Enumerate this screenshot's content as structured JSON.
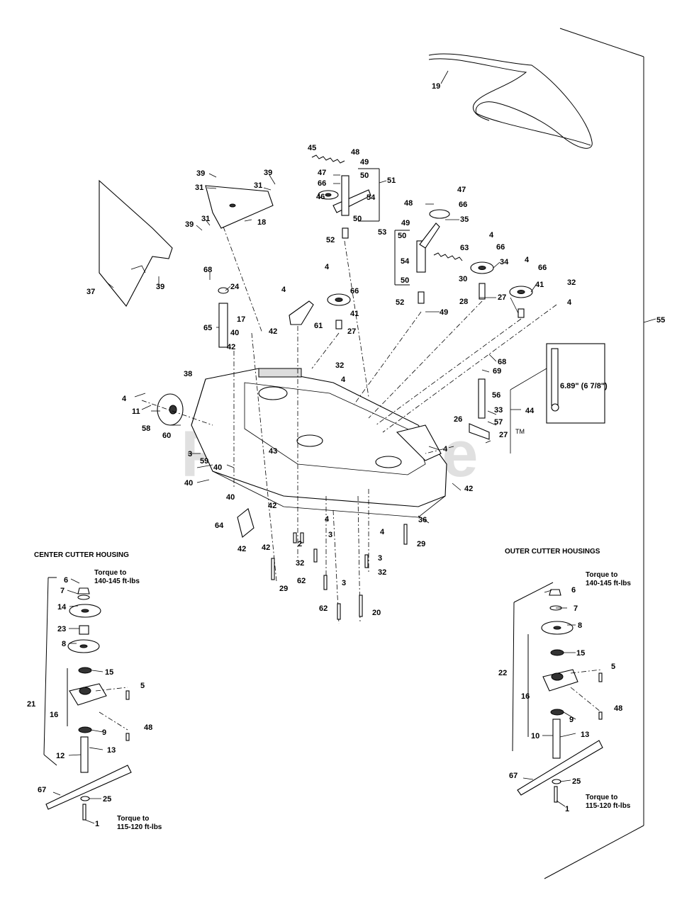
{
  "watermark": "PartsTree",
  "watermark_tm": "TM",
  "sections": {
    "center_title": "CENTER CUTTER HOUSING",
    "outer_title": "OUTER CUTTER HOUSINGS"
  },
  "torque": {
    "center_top_line1": "Torque to",
    "center_top_line2": "140-145 ft-lbs",
    "center_bottom_line1": "Torque to",
    "center_bottom_line2": "115-120 ft-lbs",
    "outer_top_line1": "Torque to",
    "outer_top_line2": "140-145 ft-lbs",
    "outer_bottom_line1": "Torque to",
    "outer_bottom_line2": "115-120 ft-lbs"
  },
  "dimension_label": "6.89\" (6 7/8\")",
  "callouts": {
    "c19": "19",
    "c45": "45",
    "c48a": "48",
    "c49a": "49",
    "c50a": "50",
    "c51": "51",
    "c47a": "47",
    "c66a": "66",
    "c46": "46",
    "c54a": "54",
    "c50b": "50",
    "c52a": "52",
    "c39a": "39",
    "c39b": "39",
    "c31a": "31",
    "c31b": "31",
    "c31c": "31",
    "c39c": "39",
    "c18": "18",
    "c37": "37",
    "c39d": "39",
    "c68a": "68",
    "c24": "24",
    "c65": "65",
    "c48b": "48",
    "c47b": "47",
    "c66b": "66",
    "c35": "35",
    "c49b": "49",
    "c50c": "50",
    "c53": "53",
    "c54b": "54",
    "c63": "63",
    "c50d": "50",
    "c52b": "52",
    "c49c": "49",
    "c4a": "4",
    "c66c": "66",
    "c34": "34",
    "c30": "30",
    "c28": "28",
    "c4b": "4",
    "c66d": "66",
    "c41a": "41",
    "c27a": "27",
    "c32a": "32",
    "c4c": "4",
    "c4d": "4",
    "c66e": "66",
    "c41b": "41",
    "c27b": "27",
    "c4e": "4",
    "c61": "61",
    "c17": "17",
    "c42a": "42",
    "c40a": "40",
    "c42b": "42",
    "c32b": "32",
    "c4f": "4",
    "c38": "38",
    "c4g": "4",
    "c11": "11",
    "c58": "58",
    "c60": "60",
    "c3a": "3",
    "c59": "59",
    "c40b": "40",
    "c40c": "40",
    "c43": "43",
    "c55": "55",
    "c68b": "68",
    "c69": "69",
    "c56": "56",
    "c44": "44",
    "c33": "33",
    "c26": "26",
    "c57": "57",
    "c27c": "27",
    "c4h": "4",
    "c42c": "42",
    "c40d": "40",
    "c42d": "42",
    "c64": "64",
    "c42e": "42",
    "c42f": "42",
    "c36": "36",
    "c29a": "29",
    "c4i": "4",
    "c2": "2",
    "c4j": "4",
    "c3b": "3",
    "c32c": "32",
    "c3c": "3",
    "c32d": "32",
    "c62a": "62",
    "c29b": "29",
    "c3d": "3",
    "c62b": "62",
    "c20": "20",
    "l6": "6",
    "l7": "7",
    "l14": "14",
    "l23": "23",
    "l8": "8",
    "l15": "15",
    "l5": "5",
    "l21": "21",
    "l16": "16",
    "l9": "9",
    "l48": "48",
    "l12": "12",
    "l13": "13",
    "l67": "67",
    "l25": "25",
    "l1": "1",
    "r6": "6",
    "r7": "7",
    "r8": "8",
    "r15": "15",
    "r5": "5",
    "r22": "22",
    "r16": "16",
    "r48": "48",
    "r9": "9",
    "r10": "10",
    "r13": "13",
    "r67": "67",
    "r25": "25",
    "r1": "1"
  }
}
